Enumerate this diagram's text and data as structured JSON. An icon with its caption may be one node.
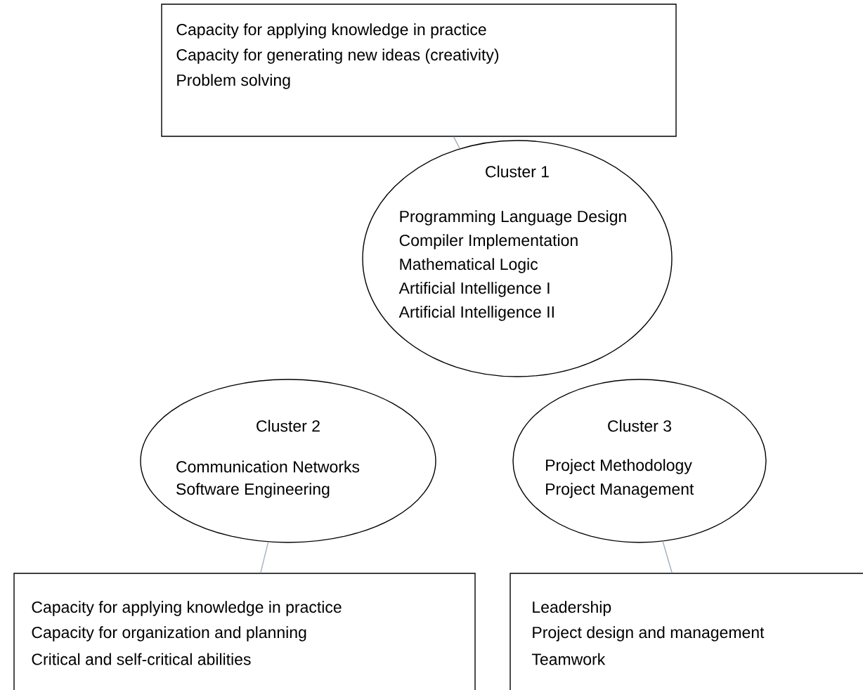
{
  "diagram": {
    "nodes": [
      {
        "text": [
          "Capacity for applying knowledge in practice",
          "Capacity for generating new ideas (creativity)",
          "Problem solving"
        ]
      },
      {
        "text": [
          "Cluster 1",
          "Programming Language Design",
          "Compiler Implementation",
          "Mathematical Logic",
          "Artificial Intelligence I",
          "Artificial Intelligence II"
        ]
      },
      {
        "text": [
          "Cluster 2",
          "Communication Networks",
          "Software Engineering"
        ]
      },
      {
        "text": [
          "Cluster 3",
          "Project Methodology",
          "Project Management"
        ]
      },
      {
        "text": [
          "Capacity for applying knowledge in practice",
          "Capacity for organization and planning",
          "Critical and self-critical abilities"
        ]
      },
      {
        "text": [
          "Leadership",
          "Project design and management",
          "Teamwork"
        ]
      }
    ],
    "edges": [
      {
        "from": 0,
        "to": 1,
        "arrow": "none"
      },
      {
        "from": 2,
        "to": 4,
        "arrow": "none"
      },
      {
        "from": 3,
        "to": 5,
        "arrow": "none"
      }
    ]
  }
}
